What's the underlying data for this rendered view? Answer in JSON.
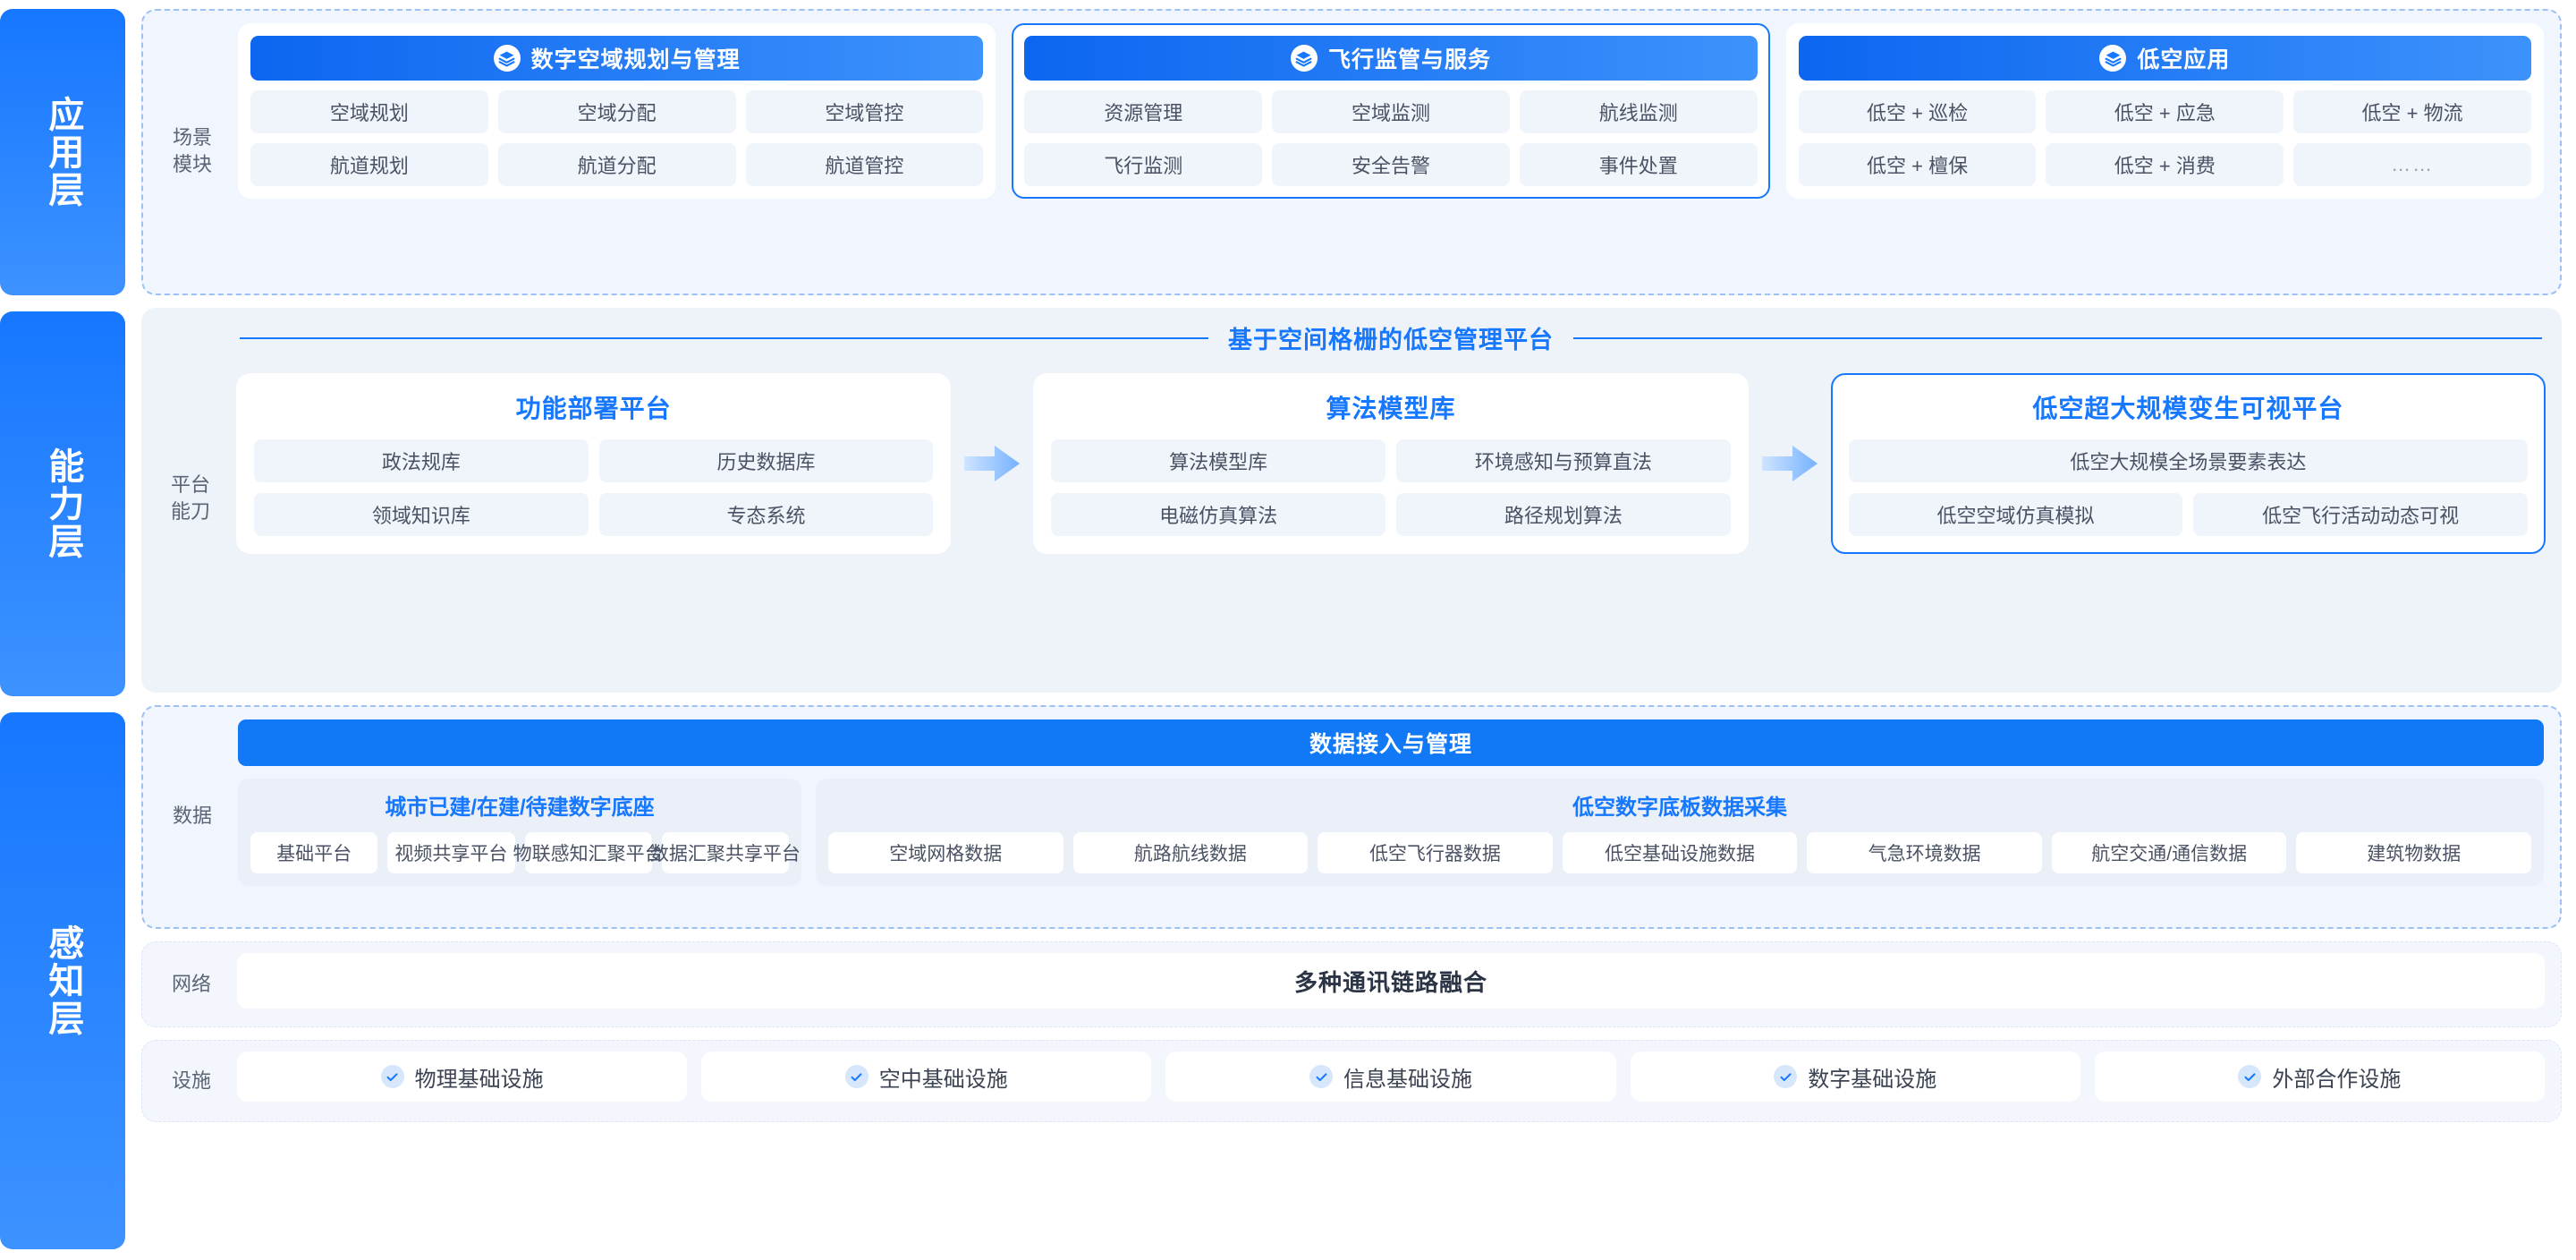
{
  "rail": {
    "items": [
      {
        "name": "application-layer",
        "label": "应用层"
      },
      {
        "name": "capability-layer",
        "label": "能力层"
      },
      {
        "name": "perception-layer",
        "label": "感知层"
      }
    ]
  },
  "application": {
    "row_label": "场景\n模块",
    "icon": "layers-icon",
    "cards": [
      {
        "title": "数字空域规划与管理",
        "highlight": false,
        "cells": [
          "空域规划",
          "空域分配",
          "空域管控",
          "航道规划",
          "航道分配",
          "航道管控"
        ]
      },
      {
        "title": "飞行监管与服务",
        "highlight": true,
        "cells": [
          "资源管理",
          "空域监测",
          "航线监测",
          "飞行监测",
          "安全告警",
          "事件处置"
        ]
      },
      {
        "title": "低空应用",
        "highlight": false,
        "cells": [
          "低空 + 巡检",
          "低空 + 应急",
          "低空 + 物流",
          "低空 + 檀保",
          "低空 + 消费",
          "……"
        ]
      }
    ]
  },
  "capability": {
    "row_label": "平台\n能刀",
    "title": "基于空间格栅的低空管理平台",
    "platforms": [
      {
        "title": "功能部署平台",
        "highlight": false,
        "cells": [
          "政法规库",
          "历史数据库",
          "领域知识库",
          "专态系统"
        ],
        "full_first": false
      },
      {
        "title": "算法模型库",
        "highlight": false,
        "cells": [
          "算法模型库",
          "环境感知与预算直法",
          "电磁仿真算法",
          "路径规划算法"
        ],
        "full_first": false
      },
      {
        "title": "低空超大规模变生可视平台",
        "highlight": true,
        "cells": [
          "低空大规模全场景要素表达",
          "低空空域仿真模拟",
          "低空飞行活动动态可视"
        ],
        "full_first": true
      }
    ],
    "arrow_color": "#8cc0ff"
  },
  "data": {
    "row_label": "数据",
    "banner": "数据接入与管理",
    "groups": [
      {
        "title": "城市已建/在建/待建数字底座",
        "chips": [
          "基础平台",
          "视频共享平台",
          "物联感知汇聚平台",
          "数据汇聚共享平台"
        ]
      },
      {
        "title": "低空数字底板数据采集",
        "chips": [
          "空域网格数据",
          "航路航线数据",
          "低空飞行器数据",
          "低空基础设施数据",
          "气急环境数据",
          "航空交通/通信数据",
          "建筑物数据"
        ]
      }
    ]
  },
  "network": {
    "row_label": "网络",
    "text": "多种通讯链路融合"
  },
  "facility": {
    "row_label": "设施",
    "items": [
      "物理基础设施",
      "空中基础设施",
      "信息基础设施",
      "数字基础设施",
      "外部合作设施"
    ]
  },
  "colors": {
    "primary": "#1677ff",
    "banner": "#1179f5",
    "cell_bg": "#f0f4fb",
    "band_bg": "#eef2f9",
    "text_dark": "#4a5263"
  }
}
